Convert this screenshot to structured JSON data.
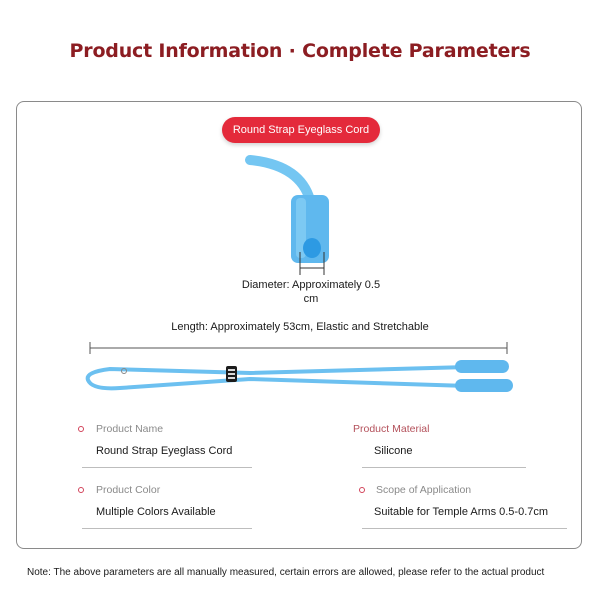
{
  "header": {
    "title": "Product Information · Complete Parameters"
  },
  "badge": {
    "label": "Round Strap Eyeglass Cord"
  },
  "diagram": {
    "diameter_label": "Diameter: Approximately 0.5 cm",
    "length_label": "Length: Approximately 53cm, Elastic and Stretchable"
  },
  "params": [
    {
      "label": "Product Name",
      "value": "Round Strap Eyeglass Cord"
    },
    {
      "label": "Product Material",
      "value": "Silicone"
    },
    {
      "label": "Product Color",
      "value": "Multiple Colors Available"
    },
    {
      "label": "Scope of Application",
      "value": "Suitable for Temple Arms 0.5-0.7cm"
    }
  ],
  "footer": {
    "note": "Note: The above parameters are all manually measured, certain errors are allowed, please refer to the actual product"
  },
  "colors": {
    "accent": "#e42a3b",
    "title": "#8c1d22",
    "cord": "#5fb8ee"
  }
}
